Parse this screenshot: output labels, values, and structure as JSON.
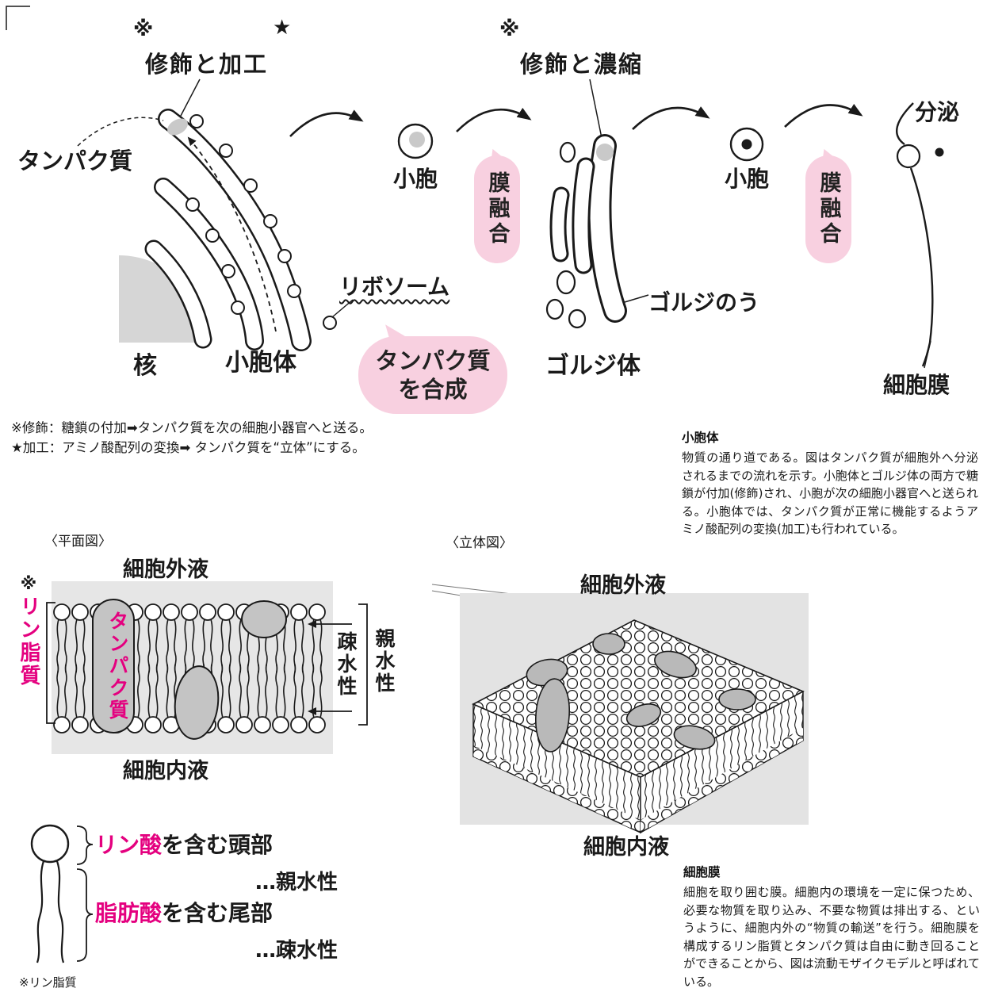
{
  "colors": {
    "accent_pink": "#f8d0e0",
    "magenta": "#e4007f",
    "gray_fill": "#c9c9c9",
    "panel_gray": "#e6e6e6"
  },
  "pathway": {
    "note_mark": "※",
    "star_mark": "★",
    "modification_processing": "修飾と加工",
    "protein": "タンパク質",
    "vesicle": "小胞",
    "membrane_fusion": "膜融合",
    "modification_concentration": "修飾と濃縮",
    "secretion": "分泌",
    "ribosome": "リボソーム",
    "synth_line1": "タンパク質",
    "synth_line2": "を合成",
    "nucleus": "核",
    "er": "小胞体",
    "golgi_sac": "ゴルジのう",
    "golgi_body": "ゴルジ体",
    "cell_membrane": "細胞膜"
  },
  "footnotes": {
    "line1": "※修飾：糖鎖の付加➡タンパク質を次の細胞小器官へと送る。",
    "line2": "★加工：アミノ酸配列の変換➡ タンパク質を“立体”にする。"
  },
  "er_note": {
    "heading": "小胞体",
    "body": "物質の通り道である。図はタンパク質が細胞外へ分泌されるまでの流れを示す。小胞体とゴルジ体の両方で糖鎖が付加(修飾)され、小胞が次の細胞小器官へと送られる。小胞体では、タンパク質が正常に機能するようアミノ酸配列の変換(加工)も行われている。"
  },
  "flat": {
    "title": "〈平面図〉",
    "extracellular": "細胞外液",
    "phospholipid_mark": "※",
    "phospholipid": "リン脂質",
    "protein": "タンパク質",
    "hydrophobic": "疎水性",
    "hydrophilic": "親水性",
    "intracellular": "細胞内液"
  },
  "molecule": {
    "head_term": "リン酸",
    "head_rest": "を含む頭部",
    "head_property": "…親水性",
    "tail_term": "脂肪酸",
    "tail_rest": "を含む尾部",
    "tail_property": "…疎水性",
    "footnote": "※リン脂質"
  },
  "solid": {
    "title": "〈立体図〉",
    "extracellular": "細胞外液",
    "intracellular": "細胞内液"
  },
  "membrane_note": {
    "heading": "細胞膜",
    "body": "細胞を取り囲む膜。細胞内の環境を一定に保つため、必要な物質を取り込み、不要な物質は排出する、というように、細胞内外の“物質の輸送”を行う。細胞膜を構成するリン脂質とタンパク質は自由に動き回ることができることから、図は流動モザイクモデルと呼ばれている。"
  }
}
